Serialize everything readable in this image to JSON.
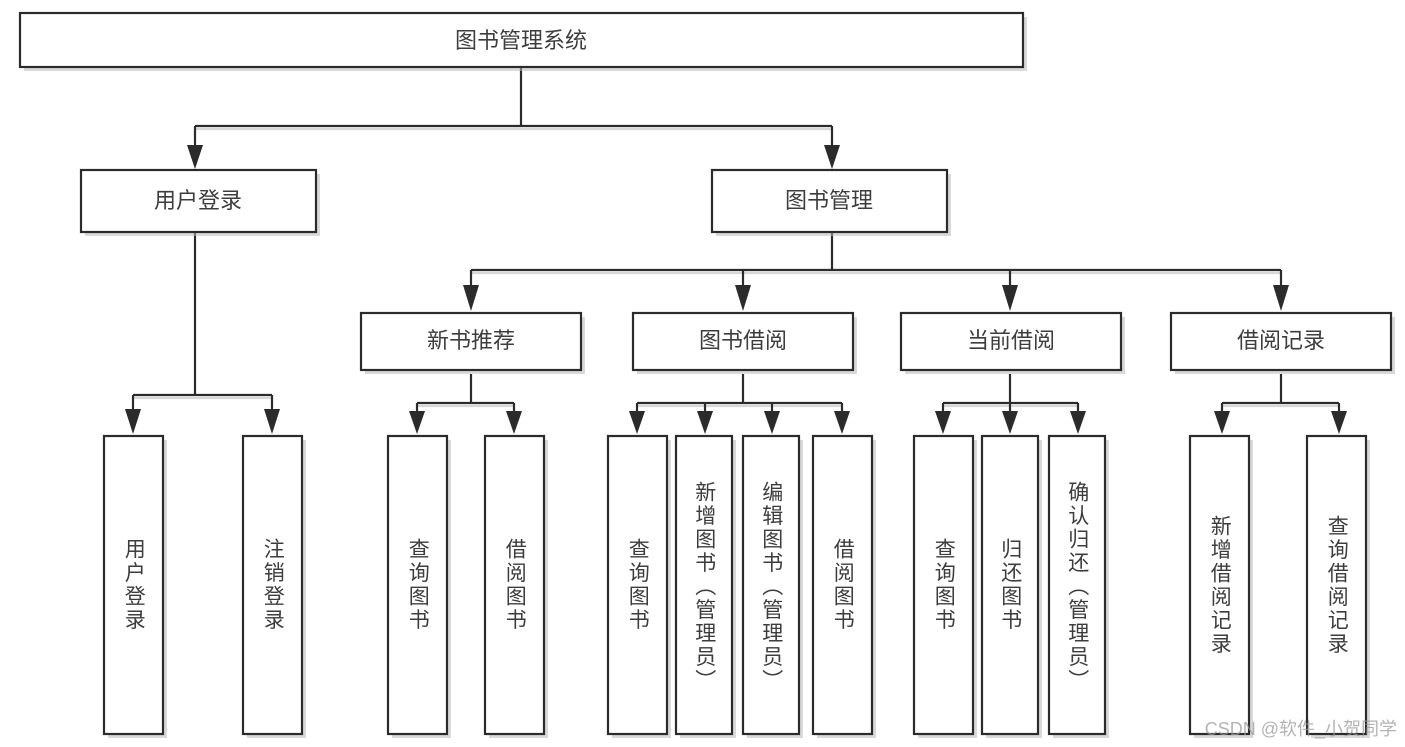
{
  "diagram": {
    "title": "图书管理系统",
    "type": "functional-hierarchy-tree",
    "root": {
      "label": "图书管理系统",
      "id": "root"
    },
    "level1": [
      {
        "id": "user-login",
        "label": "用户登录"
      },
      {
        "id": "book-management",
        "label": "图书管理"
      }
    ],
    "level2": [
      {
        "id": "new-book-recommend",
        "label": "新书推荐",
        "parent": "book-management"
      },
      {
        "id": "book-borrow",
        "label": "图书借阅",
        "parent": "book-management"
      },
      {
        "id": "current-borrow",
        "label": "当前借阅",
        "parent": "book-management"
      },
      {
        "id": "borrow-record",
        "label": "借阅记录",
        "parent": "book-management"
      }
    ],
    "leaves": {
      "user_login": [
        {
          "id": "leaf-user-login",
          "label": "用户登录"
        },
        {
          "id": "leaf-user-logout",
          "label": "注销登录"
        }
      ],
      "new_book_recommend": [
        {
          "id": "leaf-query-book-1",
          "label": "查询图书"
        },
        {
          "id": "leaf-borrow-book-1",
          "label": "借阅图书"
        }
      ],
      "book_borrow": [
        {
          "id": "leaf-query-book-2",
          "label": "查询图书"
        },
        {
          "id": "leaf-add-book",
          "label": "新增图书（管理员）"
        },
        {
          "id": "leaf-edit-book",
          "label": "编辑图书（管理员）"
        },
        {
          "id": "leaf-borrow-book-2",
          "label": "借阅图书"
        }
      ],
      "current_borrow": [
        {
          "id": "leaf-query-book-3",
          "label": "查询图书"
        },
        {
          "id": "leaf-return-book",
          "label": "归还图书"
        },
        {
          "id": "leaf-confirm-return",
          "label": "确认归还（管理员）"
        }
      ],
      "borrow_record": [
        {
          "id": "leaf-add-record",
          "label": "新增借阅记录"
        },
        {
          "id": "leaf-query-record",
          "label": "查询借阅记录"
        }
      ]
    },
    "watermark": "CSDN @软件_小贺同学",
    "colors": {
      "stroke": "#2b2b2b",
      "text": "#3d3d3d",
      "background": "#ffffff",
      "shadow": "#b9b9b9",
      "watermark": "#9a9a9a"
    }
  }
}
